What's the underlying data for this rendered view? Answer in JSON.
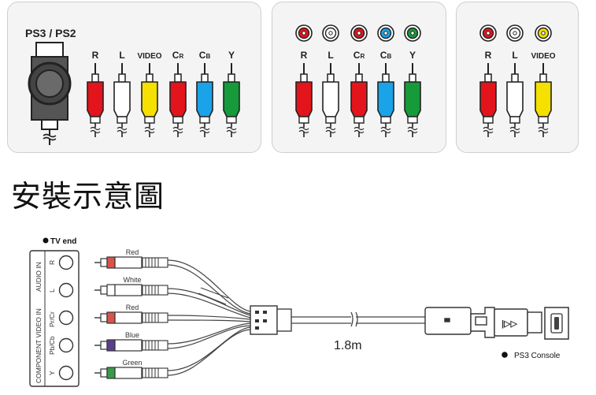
{
  "panel1": {
    "heading": "PS3 / PS2",
    "plugs": [
      {
        "label": "R",
        "color": "#e3141b"
      },
      {
        "label": "L",
        "color": "#ffffff"
      },
      {
        "label": "VIDEO",
        "color": "#f5e000"
      },
      {
        "label": "CR",
        "color": "#e3141b"
      },
      {
        "label": "CB",
        "color": "#1aa3e8"
      },
      {
        "label": "Y",
        "color": "#169a3a"
      }
    ]
  },
  "panel2": {
    "plugs": [
      {
        "label": "R",
        "color": "#e3141b"
      },
      {
        "label": "L",
        "color": "#ffffff"
      },
      {
        "label": "CR",
        "color": "#e3141b"
      },
      {
        "label": "CB",
        "color": "#1aa3e8"
      },
      {
        "label": "Y",
        "color": "#169a3a"
      }
    ]
  },
  "panel3": {
    "plugs": [
      {
        "label": "R",
        "color": "#e3141b"
      },
      {
        "label": "L",
        "color": "#ffffff"
      },
      {
        "label": "VIDEO",
        "color": "#f5e000"
      }
    ]
  },
  "install_title": "安裝示意圖",
  "diagram": {
    "tv_end_label": "TV end",
    "audio_in_label": "AUDIO IN",
    "component_in_label": "COMPONENT VIDEO IN",
    "ports": [
      {
        "label": "R"
      },
      {
        "label": "L"
      },
      {
        "label": "Pr/Cr"
      },
      {
        "label": "Pb/Cb"
      },
      {
        "label": "Y"
      }
    ],
    "cables": [
      {
        "label": "Red",
        "color": "#d9534a"
      },
      {
        "label": "White",
        "color": "#ffffff"
      },
      {
        "label": "Red",
        "color": "#d9534a"
      },
      {
        "label": "Blue",
        "color": "#5a3f8f"
      },
      {
        "label": "Green",
        "color": "#3a9a4a"
      }
    ],
    "length_label": "1.8m",
    "console_label": "PS3 Console"
  }
}
